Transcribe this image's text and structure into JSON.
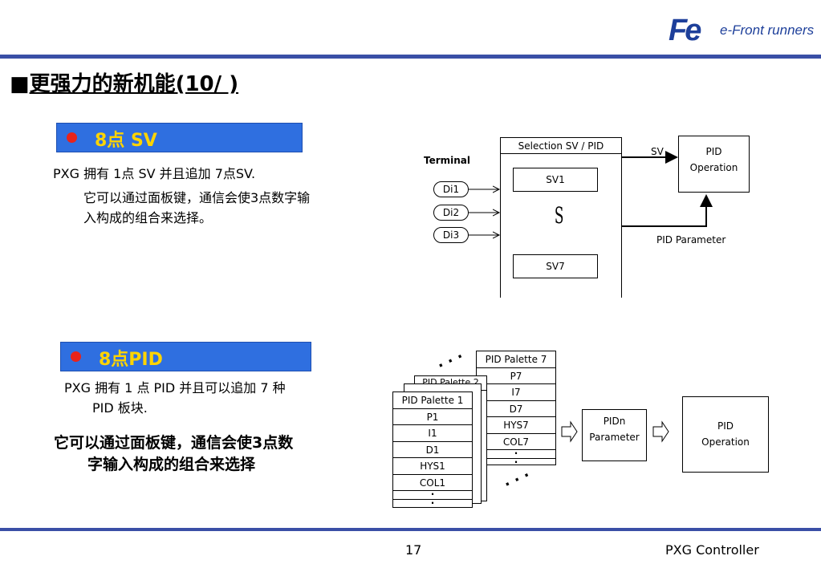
{
  "header": {
    "logo_mark": "Fe",
    "logo_text": "e-Front runners",
    "title_prefix": "■",
    "title": "更强力的新机能(10/  )"
  },
  "section_sv": {
    "bar_label": "8点 SV",
    "line1": "PXG 拥有 1点 SV 并且追加 7点SV.",
    "line2": "它可以通过面板键，通信会使3点数字输",
    "line3": "入构成的组合来选择。"
  },
  "sv_diagram": {
    "terminal_label": "Terminal",
    "inputs": [
      "Di1",
      "Di2",
      "Di3"
    ],
    "selection_title": "Selection SV / PID",
    "sv_first": "SV1",
    "sv_last": "SV7",
    "tilde": "S",
    "sv_label": "SV",
    "pid_box_line1": "PID",
    "pid_box_line2": "Operation",
    "pid_param_label": "PID Parameter"
  },
  "section_pid": {
    "bar_label": "8点PID",
    "line1": "PXG 拥有 1 点 PID 并且可以追加 7 种",
    "line2": "PID 板块.",
    "line3": "它可以通过面板键，通信会使3点数",
    "line4": "字输入构成的组合来选择"
  },
  "pid_diagram": {
    "palette_back": {
      "title": "PID Palette 7",
      "rows": [
        "P7",
        "I7",
        "D7",
        "HYS7",
        "COL7",
        "·",
        "·"
      ]
    },
    "palette_mid_title": "PID Palette 2",
    "palette_front": {
      "title": "PID Palette 1",
      "rows": [
        "P1",
        "I1",
        "D1",
        "HYS1",
        "COL1",
        "·",
        "·"
      ]
    },
    "dots_upper": "· · ·",
    "dots_lower": "· · ·",
    "pidn_line1": "PIDn",
    "pidn_line2": "Parameter",
    "pid_op_line1": "PID",
    "pid_op_line2": "Operation"
  },
  "footer": {
    "page_number": "17",
    "product": "PXG Controller"
  }
}
